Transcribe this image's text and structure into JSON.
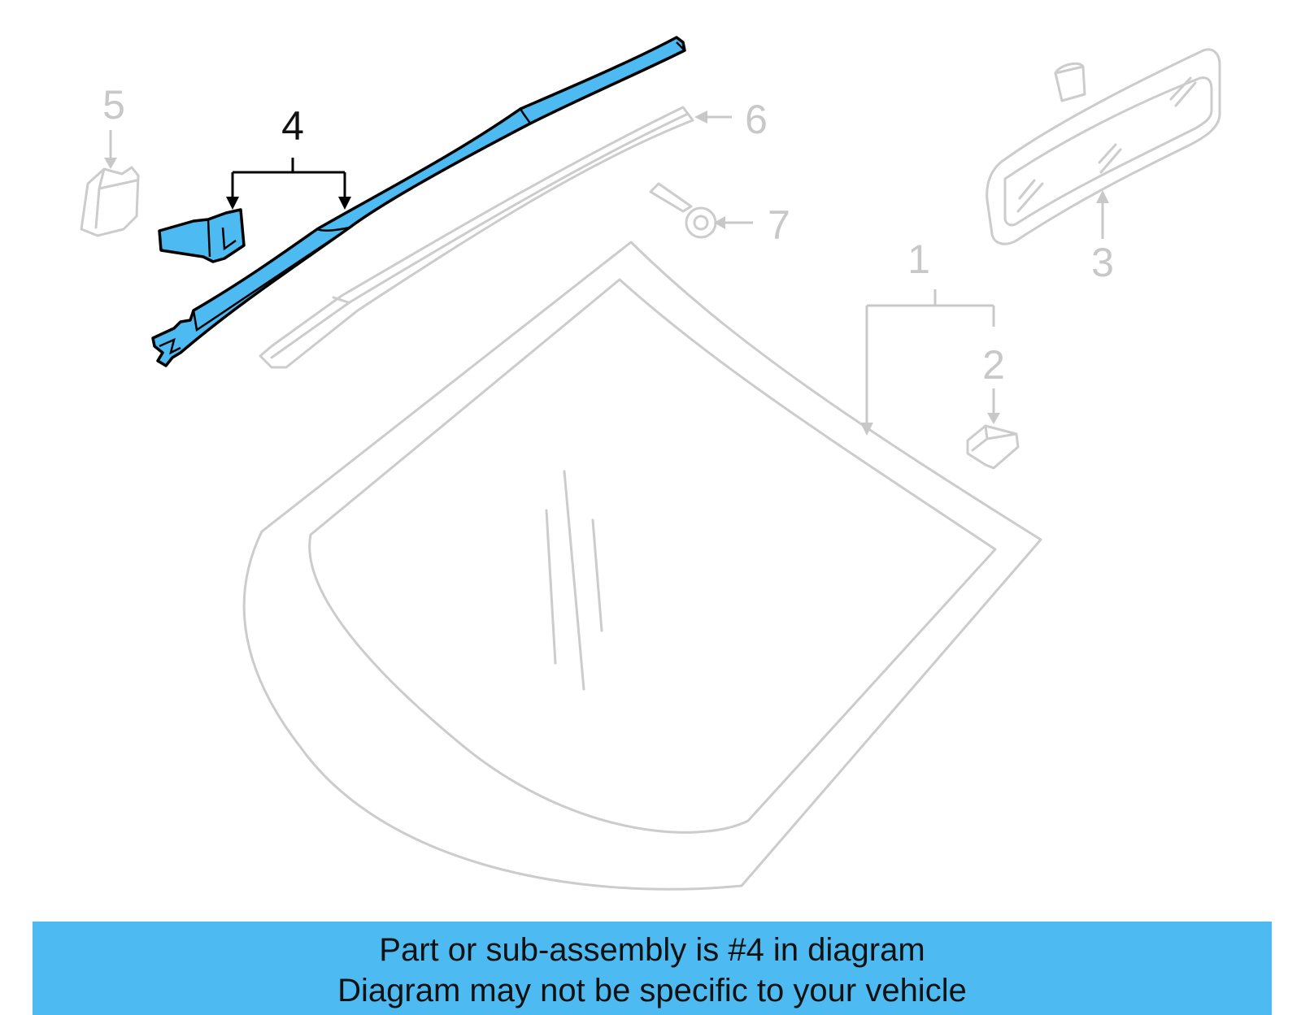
{
  "diagram": {
    "callouts": [
      "1",
      "2",
      "3",
      "4",
      "5",
      "6",
      "7"
    ],
    "highlighted_part": "4",
    "highlight_color": "#4dbbf2",
    "inactive_color": "#cccccc"
  },
  "banner": {
    "line1": "Part or sub-assembly is #4 in diagram",
    "line2": "Diagram may not be specific to your vehicle",
    "background": "#4dbbf2"
  }
}
